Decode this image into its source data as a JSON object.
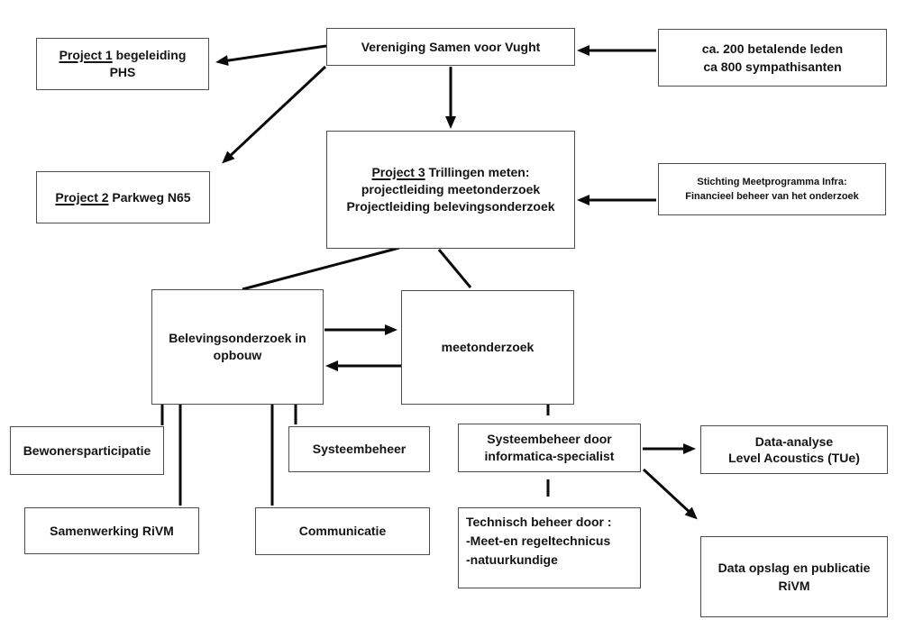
{
  "diagram": {
    "nodes": {
      "vereniging": {
        "label": "Vereniging Samen voor Vught"
      },
      "leden": {
        "line1": "ca. 200 betalende leden",
        "line2": "ca 800 sympathisanten"
      },
      "project1": {
        "underlined": "Project 1",
        "rest": " begeleiding",
        "line2": "PHS"
      },
      "project2": {
        "underlined": "Project 2",
        "rest": " Parkweg N65"
      },
      "project3": {
        "underlined": "Project 3",
        "rest": " Trillingen meten:",
        "line2": "projectleiding meetonderzoek",
        "line3": "Projectleiding belevingsonderzoek"
      },
      "stichting": {
        "line1": "Stichting Meetprogramma Infra:",
        "line2": "Financieel beheer van het onderzoek"
      },
      "beleving": {
        "line1": "Belevingsonderzoek in",
        "line2": "opbouw"
      },
      "meet": {
        "label": "meetonderzoek"
      },
      "bewoners": {
        "label": "Bewonersparticipatie"
      },
      "systeembeheer": {
        "label": "Systeembeheer"
      },
      "samenwerking": {
        "label": "Samenwerking RiVM"
      },
      "communicatie": {
        "label": "Communicatie"
      },
      "sysdoor": {
        "line1": "Systeembeheer door",
        "line2": "informatica-specialist"
      },
      "dataanalyse": {
        "line1": "Data-analyse",
        "line2": "Level Acoustics (TUe)"
      },
      "technisch": {
        "line1": "Technisch beheer door :",
        "line2": "-Meet-en regeltechnicus",
        "line3": "-natuurkundige"
      },
      "dataopslag": {
        "line1": "Data opslag en publicatie",
        "line2": "RiVM"
      }
    },
    "colors": {
      "background": "#ffffff",
      "box_border": "#4d4d4d",
      "text": "#141414",
      "arrow": "#0a0a0a"
    }
  }
}
